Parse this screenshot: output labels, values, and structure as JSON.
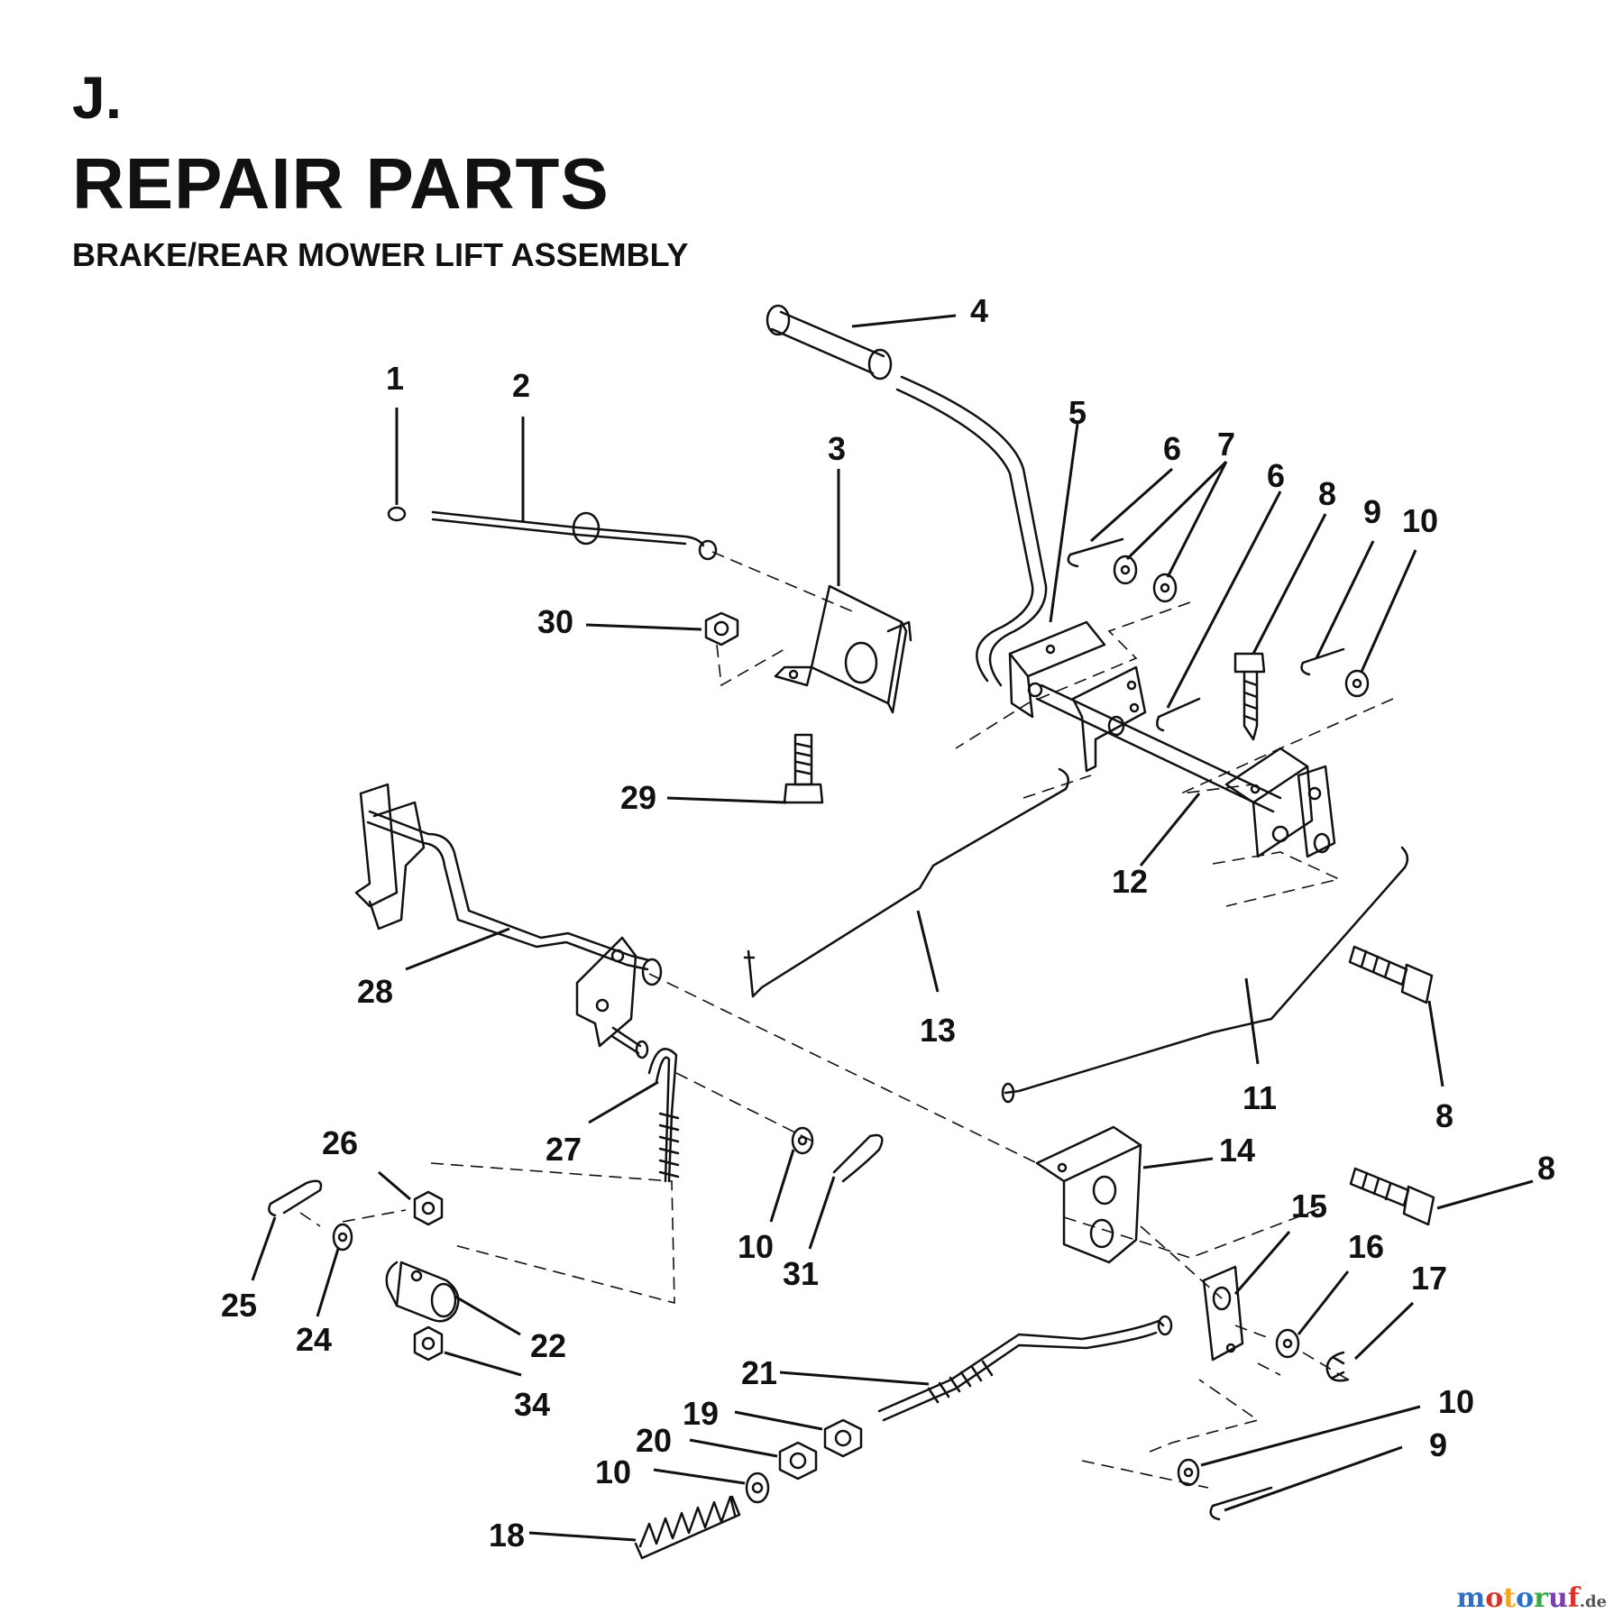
{
  "header": {
    "section": "J.",
    "title": "REPAIR PARTS",
    "subtitle": "BRAKE/REAR MOWER LIFT ASSEMBLY"
  },
  "callouts": [
    "1",
    "2",
    "3",
    "4",
    "5",
    "6",
    "7",
    "6",
    "8",
    "9",
    "10",
    "12",
    "29",
    "30",
    "28",
    "13",
    "11",
    "8",
    "8",
    "14",
    "27",
    "26",
    "10",
    "31",
    "25",
    "24",
    "22",
    "34",
    "15",
    "16",
    "17",
    "21",
    "19",
    "20",
    "10",
    "18",
    "10",
    "9"
  ],
  "watermark": {
    "brand": "motoruf",
    "suffix": ".de",
    "colors": [
      "#2a6fc9",
      "#d9342b",
      "#f2a51a",
      "#2a6fc9",
      "#3aa845",
      "#7b3fb0",
      "#d9342b"
    ]
  },
  "colors": {
    "ink": "#111111",
    "background": "#ffffff"
  }
}
